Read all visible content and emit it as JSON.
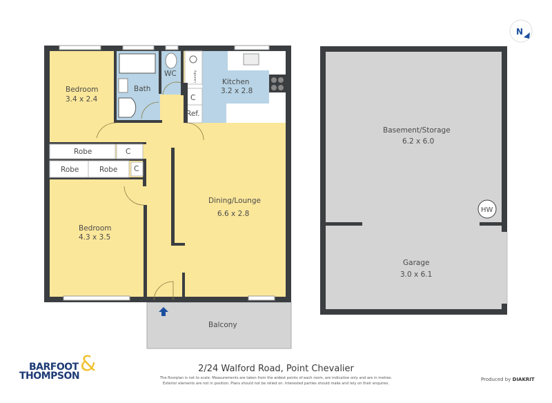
{
  "compass": {
    "label": "N"
  },
  "rooms": {
    "bedroom1": {
      "name": "Bedroom",
      "size": "3.4 x 2.4"
    },
    "bath": {
      "name": "Bath"
    },
    "wc": {
      "name": "WC"
    },
    "laundry": {
      "name": "Laundry"
    },
    "kitchen": {
      "name": "Kitchen",
      "size": "3.2 x 2.8"
    },
    "cupboard_kitchen": {
      "name": "C"
    },
    "ref": {
      "name": "Ref."
    },
    "robe1": {
      "name": "Robe"
    },
    "cupboard1": {
      "name": "C"
    },
    "robe2": {
      "name": "Robe"
    },
    "robe3": {
      "name": "Robe"
    },
    "cupboard2": {
      "name": "C"
    },
    "bedroom2": {
      "name": "Bedroom",
      "size": "4.3 x 3.5"
    },
    "dining": {
      "name": "Dining/Lounge",
      "size": "6.6 x 2.8"
    },
    "balcony": {
      "name": "Balcony"
    },
    "basement": {
      "name": "Basement/Storage",
      "size": "6.2 x 6.0"
    },
    "hw": {
      "name": "HW"
    },
    "garage": {
      "name": "Garage",
      "size": "3.0 x 6.1"
    }
  },
  "colors": {
    "living": "#fbe79a",
    "wet": "#b8d4e6",
    "garage": "#d4d4d4",
    "wall": "#3b3e41",
    "accent": "#1d4fa0"
  },
  "footer": {
    "logo_line1": "BARFOOT",
    "logo_line2": "THOMPSON",
    "logo_amp": "&",
    "title": "2/24 Walford Road, Point Chevalier",
    "disclaimer1": "The floorplan is not to scale. Measurements are taken from the widest points of each room, are indicative only and are in metres.",
    "disclaimer2": "Exterior elements are not in position. Plans should not be relied on. Interested parties should make and rely on their enquires.",
    "produced_by": "Produced by",
    "producer": "DIAKRIT"
  }
}
